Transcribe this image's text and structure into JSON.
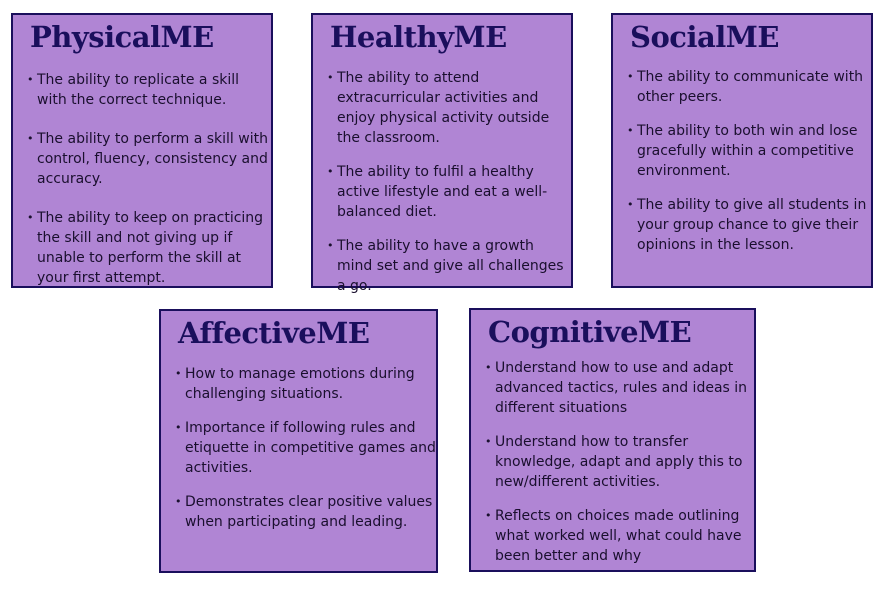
{
  "cards": [
    {
      "title": "PhysicalME",
      "items": [
        "The ability to replicate a skill with the correct technique.",
        "The ability to perform a skill with control, fluency, consistency and accuracy.",
        "The ability to keep on practicing the skill and not giving up if unable to perform the skill at your first attempt."
      ]
    },
    {
      "title": "HealthyME",
      "items": [
        "The ability to attend extracurricular activities and enjoy physical activity outside the classroom.",
        "The ability to fulfil a healthy active lifestyle and eat a well-balanced diet.",
        "The ability to have a growth mind set and give all challenges a go."
      ]
    },
    {
      "title": "SocialME",
      "items": [
        "The ability to communicate with other peers.",
        "The ability to both win and lose gracefully within a competitive environment.",
        "The ability to give all students in your group chance to give their opinions in the lesson."
      ]
    },
    {
      "title": "AffectiveME",
      "items": [
        "How to manage emotions during challenging situations.",
        "Importance if following rules and etiquette in competitive games and activities.",
        "Demonstrates clear positive values when participating and leading."
      ]
    },
    {
      "title": "CognitiveME",
      "items": [
        "Understand how to use and adapt advanced tactics, rules and ideas in different situations",
        "Understand how to transfer knowledge, adapt and apply this to new/different activities.",
        "Reflects on choices made outlining what worked well, what could have been better and why"
      ]
    }
  ],
  "bullet_glyph": "•",
  "colors": {
    "card_background": "#b085d4",
    "card_border": "#1a0f5c",
    "title_text": "#1a0f5c",
    "body_text": "#1a0f2e"
  }
}
